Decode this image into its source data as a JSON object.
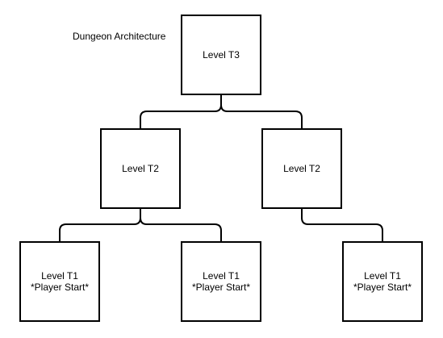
{
  "title": "Dungeon Architecture",
  "nodes": {
    "t3": {
      "label": "Level T3"
    },
    "t2_left": {
      "label": "Level T2"
    },
    "t2_right": {
      "label": "Level T2"
    },
    "t1_a": {
      "label": "Level T1",
      "sublabel": "*Player Start*"
    },
    "t1_b": {
      "label": "Level T1",
      "sublabel": "*Player Start*"
    },
    "t1_c": {
      "label": "Level T1",
      "sublabel": "*Player Start*"
    }
  },
  "edges": [
    {
      "from": "t3",
      "to": "t2_left"
    },
    {
      "from": "t3",
      "to": "t2_right"
    },
    {
      "from": "t2_left",
      "to": "t1_a"
    },
    {
      "from": "t2_left",
      "to": "t1_b"
    },
    {
      "from": "t2_right",
      "to": "t1_c"
    }
  ]
}
